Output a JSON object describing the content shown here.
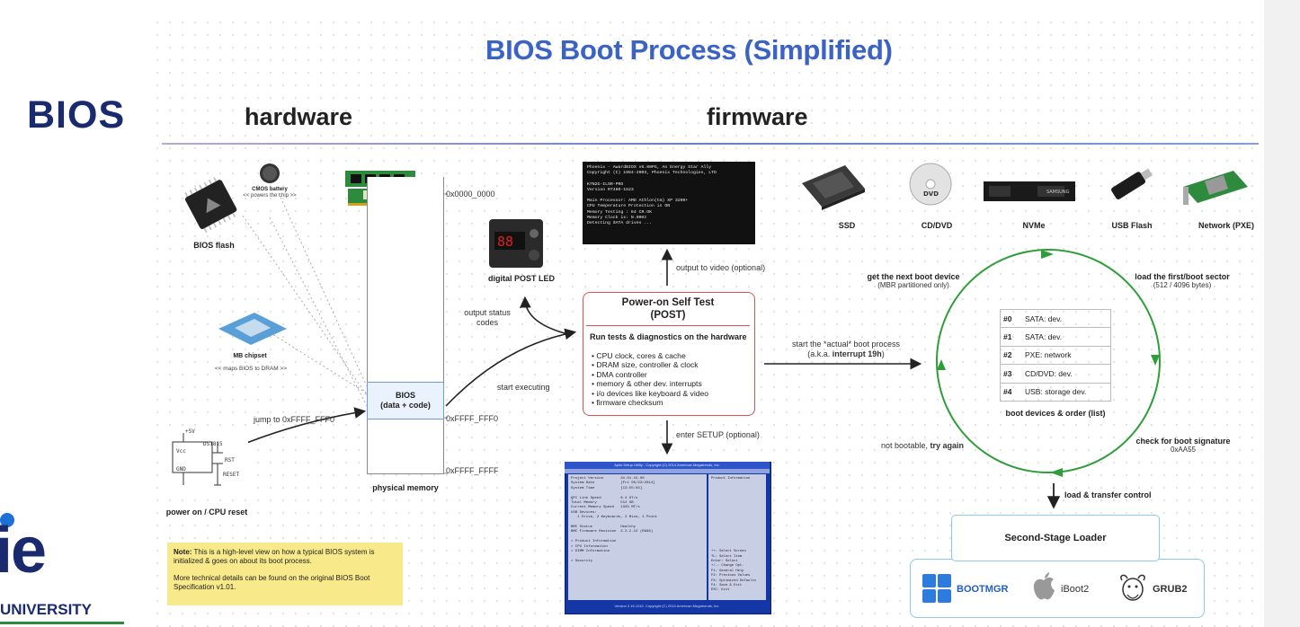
{
  "title": "BIOS Boot Process (Simplified)",
  "logo": "BIOS",
  "headers": {
    "hardware": "hardware",
    "firmware": "firmware"
  },
  "hardware": {
    "bios_flash": "BIOS flash",
    "cmos_battery": "CMOS battery",
    "cmos_note": "<< powers the chip >>",
    "mb_chipset": "MB chipset",
    "chipset_note": "<< maps BIOS to DRAM >>",
    "reset_label": "power on / CPU reset",
    "jump_label": "jump to 0xFFFF_FFF0",
    "memory_label": "physical memory",
    "mem_bios": "BIOS\n(data + code)",
    "addr_top": "0x0000_0000",
    "addr_entry": "0xFFFF_FFF0",
    "addr_end": "0xFFFF_FFFF",
    "start_exec": "start executing",
    "post_led": "digital POST LED",
    "status_codes": "output status\ncodes"
  },
  "post": {
    "title": "Power-on Self Test\n(POST)",
    "subtitle": "Run tests & diagnostics on the hardware",
    "items": [
      "CPU clock, cores & cache",
      "DRAM size, controller & clock",
      "DMA controller",
      "memory & other dev. interrupts",
      "i/o devices like keyboard & video",
      "firmware checksum"
    ],
    "video": "output to video (optional)",
    "setup": "enter SETUP (optional)"
  },
  "terminal": "Phoenix - AwardBIOS v6.00PG, An Energy Star Ally\nCopyright (C) 1984-2003, Phoenix Technologies, LTD\n\nK7N2G-ILSR-PRO\nVersion R7460-1523\n\nMain Processor: AMD Athlon(tm) XP 3200+\nCPU Temperature Protection is ON\nMemory Testing : 64 CR.OK\nMemory Clock is: N.90Hz\nDetecting SATA drives ...",
  "setup_screen": {
    "top": "Aptio Setup Utility - Copyright (C) 2014 American Megatrends, Inc.",
    "main": "Project Version        2U.01.15.00\nSystem Date            [Fri 05/23/2014]\nSystem Time            [13:55:04]\n\nQPI Link Speed         6.4 GT/s\nTotal Memory           512 GB\nCurrent Memory Speed   1333 MT/s\nUSB Devices:\n   1 Drive, 2 Keyboards, 2 Mice, 1 Point\n\nBMC Status             Healthy\nBMC Firmware Revision  2.2.2.12 (R998)\n\n> Product Information\n> CPU Information\n> DIMM Information\n\n> Security",
    "help": "Product Information\n\n\n\n\n\n\n\n\n\n\n\n\n\n\n++: Select Screen\nTL: Select Item\nEnter: Select\n+/-: Change Opt.\nF1: General Help\nF2: Previous Values\nF3: Optimized Defaults\nF4: Save & Exit\nESC: Exit",
    "footer": "Version 2.16.1242. Copyright (C) 2014 American Megatrends, Inc."
  },
  "note": {
    "bold": "Note:",
    "text": " This is a high-level view on how a typical BIOS system is initialized & goes on about its boot process.",
    "text2": "More technical details can be found on the original BIOS Boot Specification v1.01."
  },
  "devices": [
    "SSD",
    "CD/DVD",
    "NVMe",
    "USB Flash",
    "Network (PXE)"
  ],
  "boot": {
    "start": "start the *actual* boot process",
    "start2_pre": "(a.k.a. ",
    "start2_bold": "interrupt 19h",
    "start2_post": ")",
    "next_device": "get the next boot device",
    "next_device_sub": "(MBR partitioned only)",
    "load_sector": "load the first/boot sector",
    "load_sector_sub": "(512 / 4096 bytes)",
    "check_sig": "check for boot signature",
    "check_sig_sub": "0xAA55",
    "not_bootable": "not bootable, ",
    "try_again": "try again",
    "table_label": "boot devices & order (list)",
    "table": [
      {
        "num": "#0",
        "dev": "SATA: dev."
      },
      {
        "num": "#1",
        "dev": "SATA: dev."
      },
      {
        "num": "#2",
        "dev": "PXE: network"
      },
      {
        "num": "#3",
        "dev": "CD/DVD: dev."
      },
      {
        "num": "#4",
        "dev": "USB: storage dev."
      }
    ],
    "load_transfer": "load & transfer control",
    "loader": "Second-Stage Loader",
    "loaders": [
      "BOOTMGR",
      "iBoot2",
      "GRUB2"
    ]
  },
  "university": {
    "ie": "ie",
    "name": "UNIVERSITY"
  },
  "colors": {
    "title": "#3a63c4",
    "cycle": "#2f9e3a",
    "post_border": "#d9534f",
    "loader_border": "#8cc9ef",
    "note": "#f8e98a"
  }
}
